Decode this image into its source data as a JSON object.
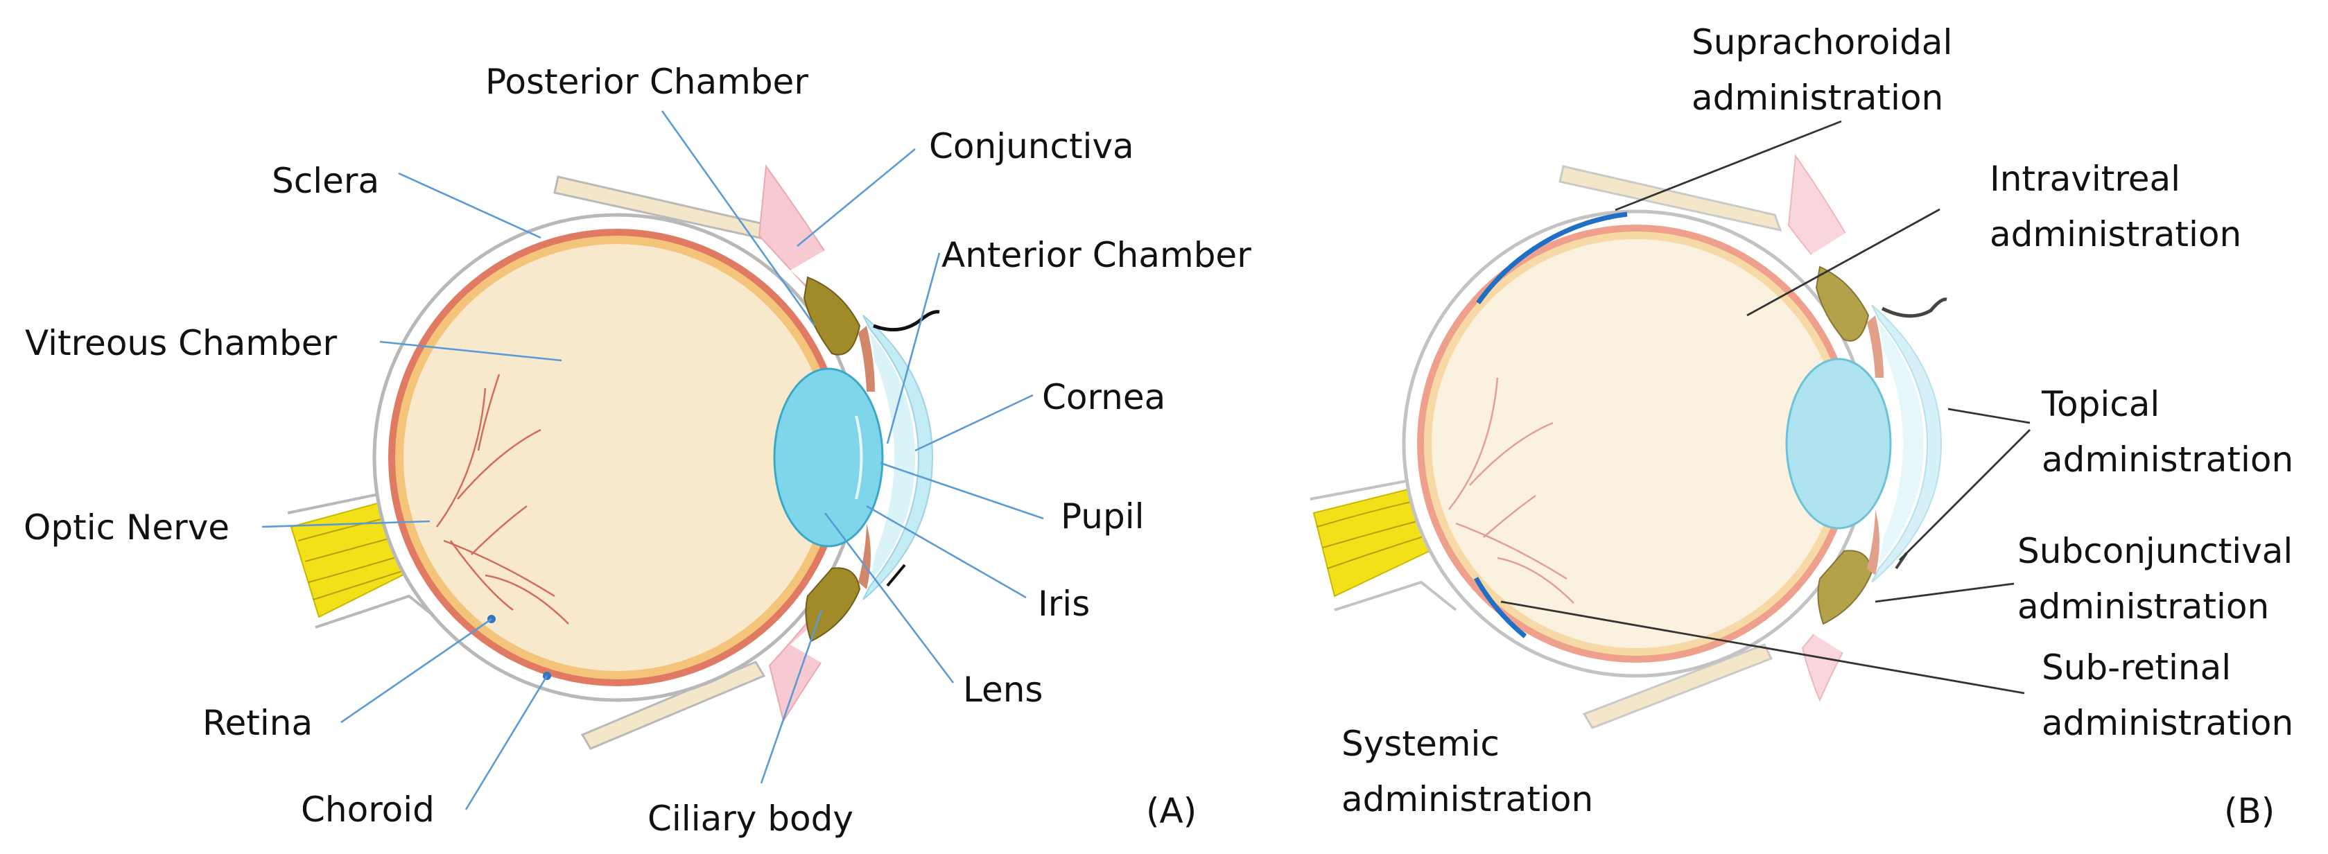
{
  "panel_a": {
    "tag": "(A)",
    "labels": {
      "posterior_chamber": "Posterior Chamber",
      "conjunctiva": "Conjunctiva",
      "sclera": "Sclera",
      "anterior_chamber": "Anterior Chamber",
      "vitreous_chamber": "Vitreous Chamber",
      "cornea": "Cornea",
      "optic_nerve": "Optic Nerve",
      "pupil": "Pupil",
      "iris": "Iris",
      "lens": "Lens",
      "retina": "Retina",
      "choroid": "Choroid",
      "ciliary_body": "Ciliary body"
    }
  },
  "panel_b": {
    "tag": "(B)",
    "labels": {
      "suprachoroidal": [
        "Suprachoroidal",
        "administration"
      ],
      "intravitreal": [
        "Intravitreal",
        "administration"
      ],
      "topical": [
        "Topical",
        "administration"
      ],
      "subconjunctival": [
        "Subconjunctival",
        "administration"
      ],
      "subretinal": [
        "Sub-retinal",
        "administration"
      ],
      "systemic": [
        "Systemic",
        "administration"
      ]
    }
  },
  "colors": {
    "vitreous": "#f8e9cc",
    "sclera_outline": "#b8b8b8",
    "choroid": "#e07a63",
    "retina": "#f3c479",
    "lens": "#7fd6ea",
    "cornea": "#c3ecf4",
    "ciliary": "#a08a2a",
    "iris": "#d2876a",
    "conjunctiva": "#f7c9d0",
    "optic_nerve": "#f2e019",
    "vessels": "#d36b5c",
    "leader_a": "#5b9bd5",
    "leader_b": "#333333",
    "injection_highlight": "#1f6fc4"
  }
}
